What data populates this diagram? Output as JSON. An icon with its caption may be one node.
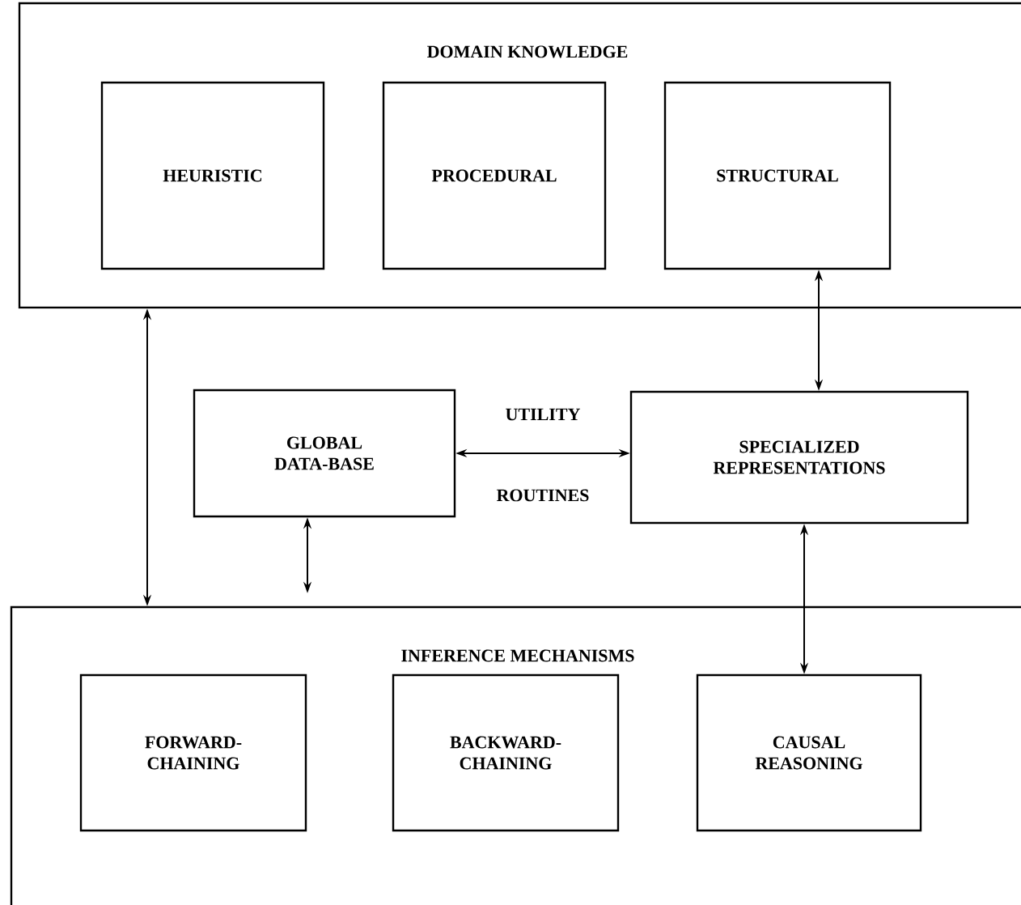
{
  "diagram": {
    "nodes": [
      {
        "text": [
          "DOMAIN KNOWLEDGE"
        ]
      },
      {
        "text": [
          "HEURISTIC"
        ],
        "in": 0
      },
      {
        "text": [
          "PROCEDURAL"
        ],
        "in": 0
      },
      {
        "text": [
          "STRUCTURAL"
        ],
        "in": 0
      },
      {
        "text": [
          "GLOBAL DATA-BASE"
        ]
      },
      {
        "text": [
          "SPECIALIZED REPRESENTATIONS"
        ]
      },
      {
        "text": [
          "INFERENCE MECHANISMS"
        ]
      },
      {
        "text": [
          "FORWARD-CHAINING"
        ],
        "in": 6
      },
      {
        "text": [
          "BACKWARD-CHAINING"
        ],
        "in": 6
      },
      {
        "text": [
          "CAUSAL REASONING"
        ],
        "in": 6
      }
    ],
    "edges": [
      {
        "from": 0,
        "to": 6,
        "arrow": "both"
      },
      {
        "from": 3,
        "to": 5,
        "arrow": "both"
      },
      {
        "from": 4,
        "to": 5,
        "arrow": "both",
        "label": "UTILITY ROUTINES"
      },
      {
        "from": 4,
        "to": 6,
        "arrow": "both"
      },
      {
        "from": 5,
        "to": 9,
        "arrow": "both"
      }
    ]
  }
}
